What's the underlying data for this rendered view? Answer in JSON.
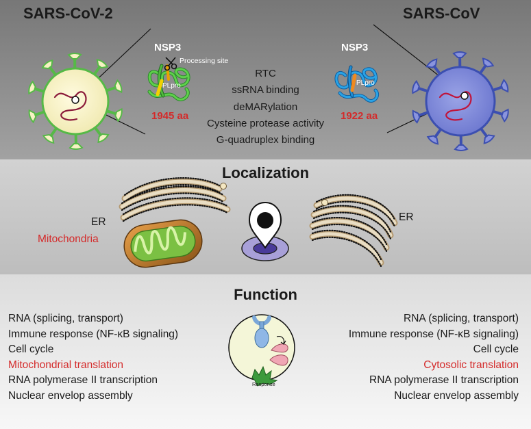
{
  "header": {
    "left_virus": "SARS-CoV-2",
    "right_virus": "SARS-CoV",
    "left_protein": "NSP3",
    "right_protein": "NSP3",
    "processing_site": "Processing site",
    "left_domain": "PLpro",
    "right_domain": "PLpro",
    "left_length": "1945 aa",
    "right_length": "1922 aa",
    "activities": [
      "RTC",
      "ssRNA binding",
      "deMARylation",
      "Cysteine protease activity",
      "G-quadruplex binding"
    ]
  },
  "localization": {
    "title": "Localization",
    "left_labels": [
      "ER",
      "Mitochondria"
    ],
    "right_label": "ER"
  },
  "function": {
    "title": "Function",
    "left_items": [
      "RNA (splicing, transport)",
      "Immune response (NF-κB signaling)",
      "Cell cycle",
      "Mitochondrial translation",
      "RNA polymerase II transcription",
      "Nuclear envelop assembly"
    ],
    "right_items": [
      "RNA (splicing, transport)",
      "Immune response (NF-κB signaling)",
      "Cell cycle",
      "Cytosolic translation",
      "RNA polymerase II transcription",
      "Nuclear envelop assembly"
    ],
    "cell_label": "Response"
  },
  "colors": {
    "top_band": "#8f8f8f",
    "mid_band": "#c7c7c7",
    "bottom_band": "#ececec",
    "highlight_text": "#d42a2a",
    "sars_cov_2_virus": "#f7f2c4",
    "sars_cov_2_spikes": "#56b947",
    "sars_cov_virus": "#7a85d8",
    "sars_cov_spikes": "#3c4fb0",
    "ldr_pin": "#8e84c4"
  },
  "icons": [
    "scissors-icon",
    "location-pin-icon",
    "er-membrane-icon",
    "mitochondrion-icon",
    "cell-receptor-icon"
  ]
}
